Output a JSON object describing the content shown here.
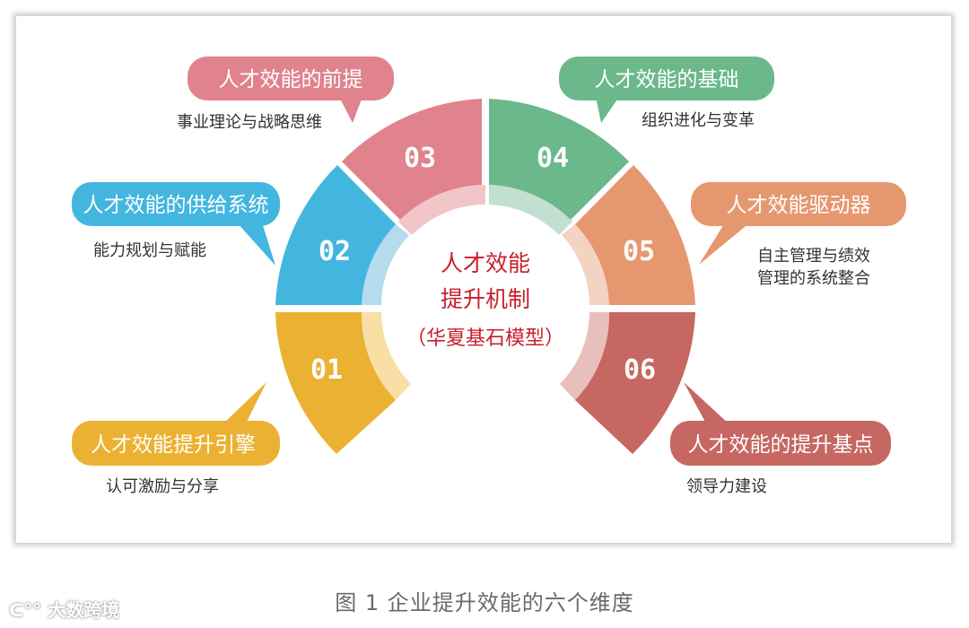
{
  "center": {
    "line1": "人才效能",
    "line2": "提升机制",
    "line3": "（华夏基石模型）",
    "color": "#c8202a"
  },
  "segments": [
    {
      "num": "01",
      "title": "人才效能提升引擎",
      "desc": [
        "认可激励与分享"
      ],
      "color": "#ebb132",
      "light": "#f9dea6"
    },
    {
      "num": "02",
      "title": "人才效能的供给系统",
      "desc": [
        "能力规划与赋能"
      ],
      "color": "#43b6e0",
      "light": "#b5dbec"
    },
    {
      "num": "03",
      "title": "人才效能的前提",
      "desc": [
        "事业理论与战略思维"
      ],
      "color": "#e0838c",
      "light": "#f2c5c9"
    },
    {
      "num": "04",
      "title": "人才效能的基础",
      "desc": [
        "组织进化与变革"
      ],
      "color": "#6bb88b",
      "light": "#c2e0d2"
    },
    {
      "num": "05",
      "title": "人才效能驱动器",
      "desc": [
        "自主管理与绩效",
        "管理的系统整合"
      ],
      "color": "#e59870",
      "light": "#f3d3c2"
    },
    {
      "num": "06",
      "title": "人才效能的提升基点",
      "desc": [
        "领导力建设"
      ],
      "color": "#c66761",
      "light": "#e8bfbd"
    }
  ],
  "caption": "图 1   企业提升效能的六个维度",
  "watermark": "大数跨境"
}
